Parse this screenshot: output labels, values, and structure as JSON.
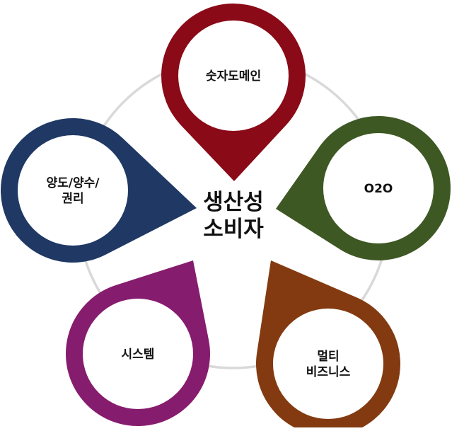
{
  "center": {
    "lines": [
      "생산성",
      "소비자"
    ]
  },
  "pins": [
    {
      "id": "top",
      "lines": [
        "숫자도메인"
      ],
      "color": "#8a0a17"
    },
    {
      "id": "right",
      "lines": [
        "O2O"
      ],
      "color": "#3e5824"
    },
    {
      "id": "bottom-right",
      "lines": [
        "멀티",
        "비즈니스"
      ],
      "color": "#833a10"
    },
    {
      "id": "bottom-left",
      "lines": [
        "시스템"
      ],
      "color": "#861c6e"
    },
    {
      "id": "left",
      "lines": [
        "양도/양수/",
        "권리"
      ],
      "color": "#1f3864"
    }
  ],
  "ring_color": "#d9d9d9"
}
